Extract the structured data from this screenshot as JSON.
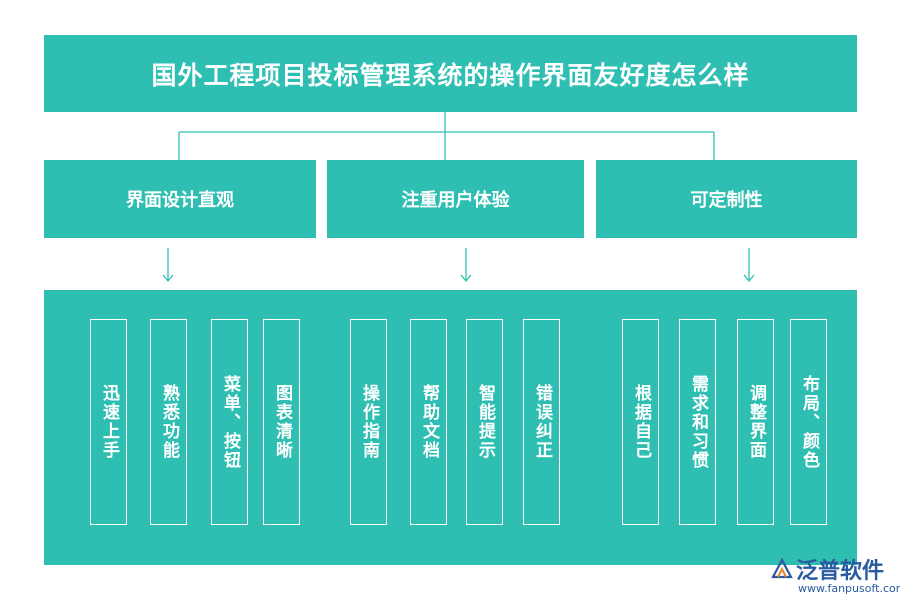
{
  "title": "国外工程项目投标管理系统的操作界面友好度怎么样",
  "categories": [
    {
      "label": "界面设计直观",
      "items": [
        "迅速上手",
        "熟悉功能",
        "菜单、按钮",
        "图表清晰"
      ]
    },
    {
      "label": "注重用户体验",
      "items": [
        "操作指南",
        "帮助文档",
        "智能提示",
        "错误纠正"
      ]
    },
    {
      "label": "可定制性",
      "items": [
        "根据自己",
        "需求和习惯",
        "调整界面",
        "布局、颜色"
      ]
    }
  ],
  "logo": {
    "name": "泛普软件",
    "url": "www.fanpusoft.com"
  },
  "colors": {
    "primary": "#2fbfb2",
    "line": "#2fbfb2",
    "logo": "#2a5aa0"
  }
}
